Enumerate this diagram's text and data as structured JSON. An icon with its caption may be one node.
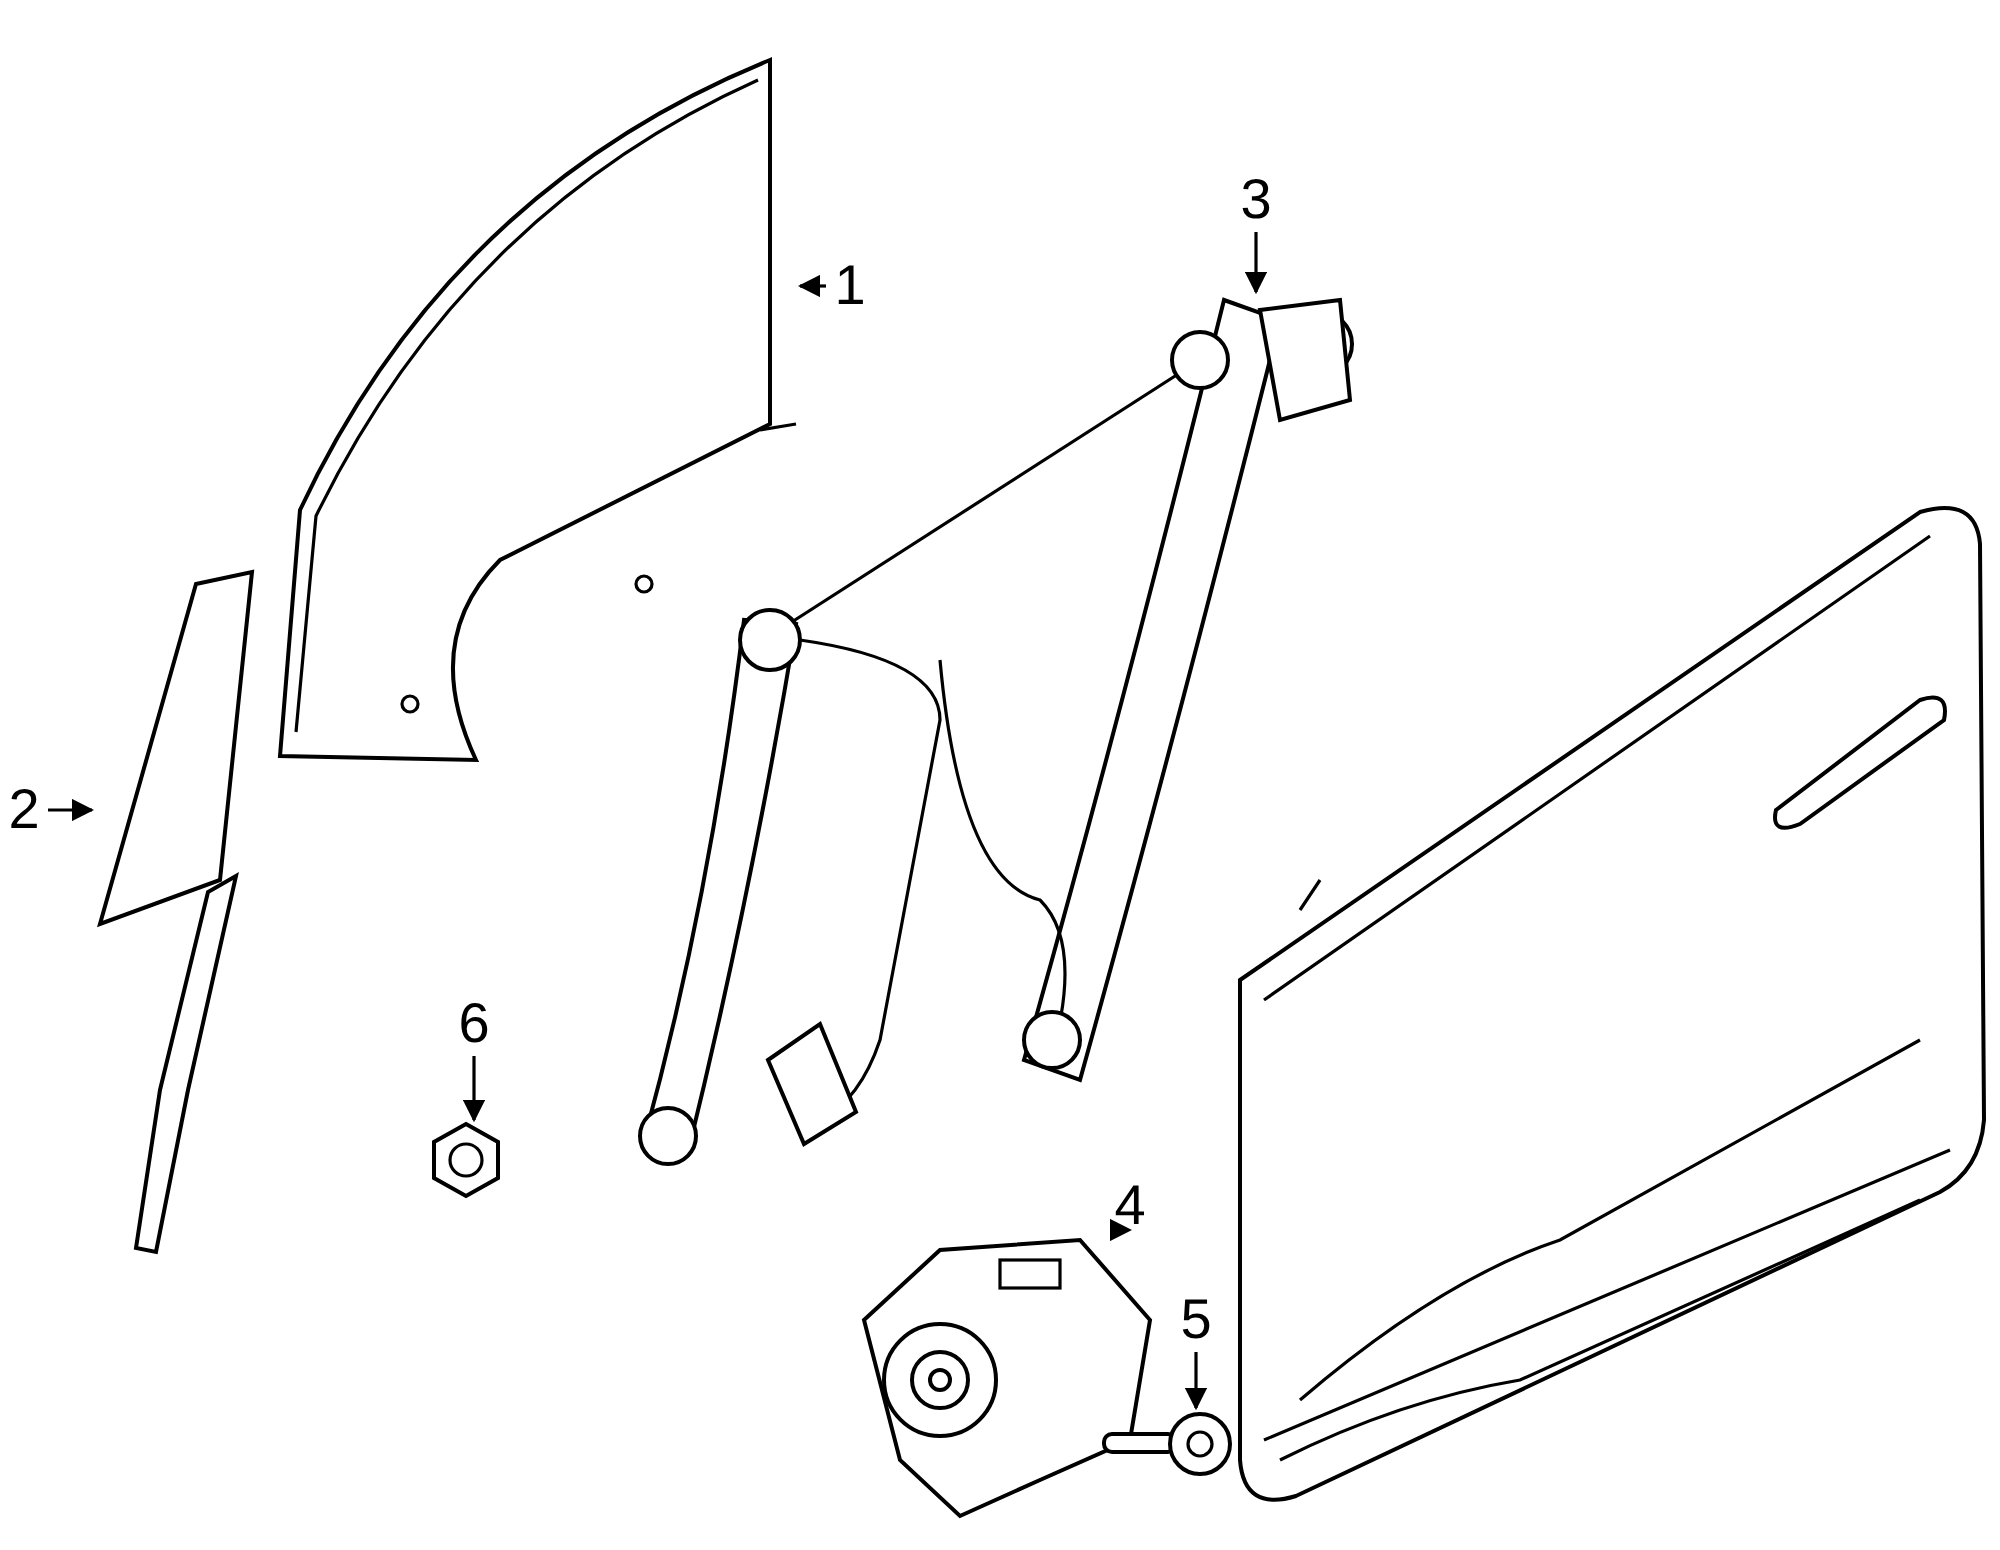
{
  "diagram": {
    "nodes": [
      {
        "text": [
          "1"
        ]
      },
      {
        "text": [
          "2"
        ]
      },
      {
        "text": [
          "3"
        ]
      },
      {
        "text": [
          "6"
        ]
      },
      {
        "text": [
          "4"
        ]
      },
      {
        "text": [
          "5"
        ]
      },
      {
        "text": [],
        "shape": "picture"
      },
      {
        "text": [],
        "shape": "picture"
      },
      {
        "text": [],
        "shape": "picture"
      },
      {
        "text": [],
        "shape": "picture"
      },
      {
        "text": [],
        "shape": "picture"
      },
      {
        "text": [],
        "shape": "picture"
      }
    ],
    "edges": [
      {
        "from": 0,
        "to": 6,
        "arrow": "to"
      },
      {
        "from": 1,
        "to": 7,
        "arrow": "to"
      },
      {
        "from": 2,
        "to": 8,
        "arrow": "to"
      },
      {
        "from": 3,
        "to": 11,
        "arrow": "to"
      },
      {
        "from": 4,
        "to": 9,
        "arrow": "to"
      },
      {
        "from": 5,
        "to": 10,
        "arrow": "to"
      }
    ]
  }
}
